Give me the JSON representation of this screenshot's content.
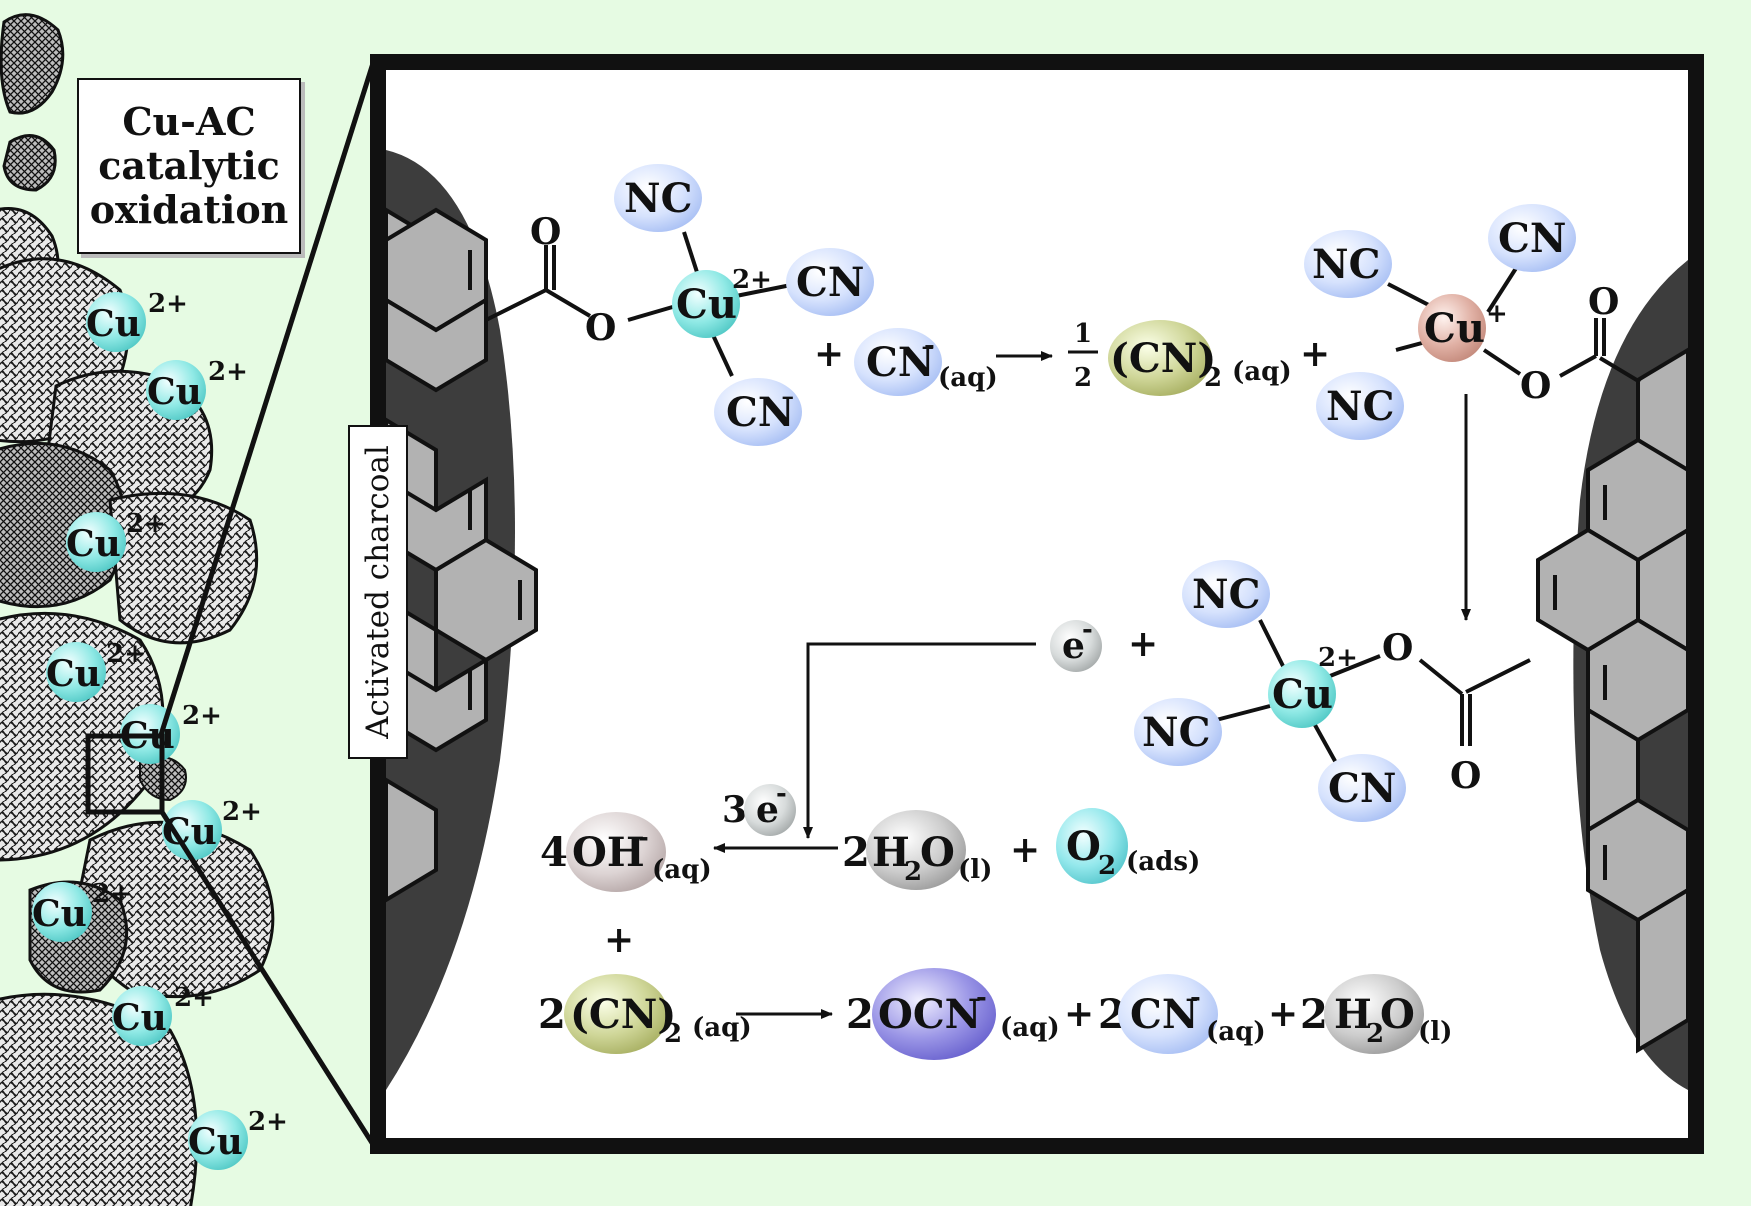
{
  "title": "Cu-AC\ncatalytic\noxidation",
  "support_label": "Activated charcoal",
  "particles": {
    "ion": "Cu",
    "charge": "2+"
  },
  "complex_top_left": {
    "metal": "Cu",
    "charge": "2+",
    "ligands": [
      "NC",
      "CN",
      "CN"
    ],
    "carboxyl": [
      "O",
      "O"
    ]
  },
  "reaction1": {
    "plus1": "+",
    "reactant": "CN",
    "reactant_sup": "-",
    "reactant_sub": "(aq)",
    "coef_num": "1",
    "coef_den": "2",
    "product": "(CN)",
    "product_sub": "2",
    "product_state": "(aq)",
    "plus2": "+"
  },
  "complex_top_right": {
    "metal": "Cu",
    "charge": "+",
    "ligands": [
      "NC",
      "CN",
      "NC"
    ],
    "carboxyl": [
      "O",
      "O"
    ]
  },
  "complex_mid_right": {
    "metal": "Cu",
    "charge": "2+",
    "ligands": [
      "NC",
      "NC",
      "CN"
    ],
    "carboxyl": [
      "O",
      "O"
    ]
  },
  "electron_step": {
    "electron": "e",
    "sup": "-",
    "plus": "+"
  },
  "reaction2": {
    "electron_coef": "3",
    "electron": "e",
    "electron_sup": "-",
    "product_coef": "4",
    "product": "OH",
    "product_sup": "-",
    "product_state": "(aq)",
    "water_coef": "2",
    "water": "H",
    "water_sub": "2",
    "water_o": "O",
    "water_state": "(l)",
    "plus": "+",
    "oxygen": "O",
    "oxygen_sub": "2",
    "oxygen_state": "(ads)"
  },
  "reaction3": {
    "plus_top": "+",
    "coef1": "2",
    "reactant": "(CN)",
    "reactant_sub": "2",
    "reactant_state": "(aq)",
    "coef2": "2",
    "product1": "OCN",
    "product1_sup": "-",
    "product1_state": "(aq)",
    "plus1": "+",
    "coef3": "2",
    "product2": "CN",
    "product2_sup": "-",
    "product2_state": "(aq)",
    "plus2": "+",
    "coef4": "2",
    "product3": "H",
    "product3_sub": "2",
    "product3_o": "O",
    "product3_state": "(l)"
  },
  "colors": {
    "background": "#e6fbe3",
    "cu_ion": "#7fe3e0",
    "cu_plus": "#d7a89c",
    "ligand": "#c9d9fb",
    "cyanogen": "#c7ce8c",
    "hydroxide": "#d8cfcf",
    "water": "#c8c8c8",
    "oxygen": "#8fe6ea",
    "cyanate": "#8b86de",
    "electron": "#cfd3d3",
    "graphite": "#b2b2b2",
    "charcoal_dark": "#3d3d3d"
  }
}
